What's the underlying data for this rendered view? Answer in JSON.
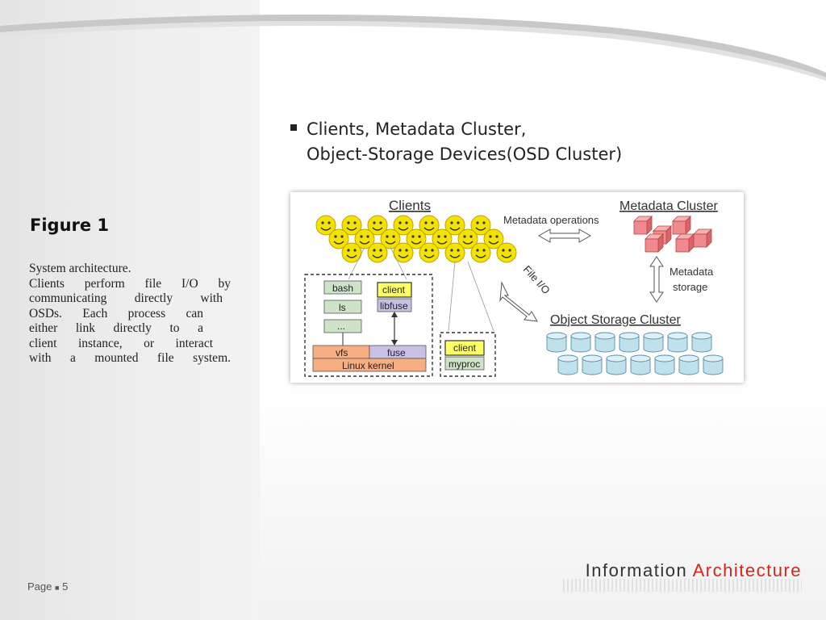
{
  "slide": {
    "bullet_lines": [
      "Clients, Metadata Cluster,",
      "Object-Storage Devices(OSD Cluster)"
    ],
    "figure_title": "Figure 1",
    "caption_lines": [
      "System architecture.",
      "Clients perform file I/O by",
      "communicating directly with",
      "OSDs. Each process can",
      "either link directly to a",
      "client instance, or interact",
      "with a mounted file system."
    ],
    "page_label": "Page",
    "page_number": "5",
    "brand_word1": "Information",
    "brand_word2": "Architecture",
    "brand_accent_color": "#d8231c"
  },
  "diagram": {
    "clients_label": "Clients",
    "metadata_cluster_label": "Metadata Cluster",
    "metadata_operations_label": "Metadata operations",
    "metadata_storage_line1": "Metadata",
    "metadata_storage_line2": "storage",
    "file_io_label": "File I/O",
    "object_storage_cluster_label": "Object Storage Cluster",
    "bash_label": "bash",
    "ls_label": "ls",
    "ellipsis_label": "...",
    "client_label": "client",
    "libfuse_label": "libfuse",
    "vfs_label": "vfs",
    "fuse_label": "fuse",
    "linux_kernel_label": "Linux kernel",
    "client2_label": "client",
    "myproc_label": "myproc",
    "colors": {
      "smiley": "#f4e200",
      "metadata_cube": "#f08a8e",
      "osd_cylinder": "#bfe1ee",
      "process_box": "#cfe3c8",
      "kernel": "#f6ae82",
      "fuse_box": "#c9c0e6",
      "client_box": "#ffff66"
    }
  }
}
